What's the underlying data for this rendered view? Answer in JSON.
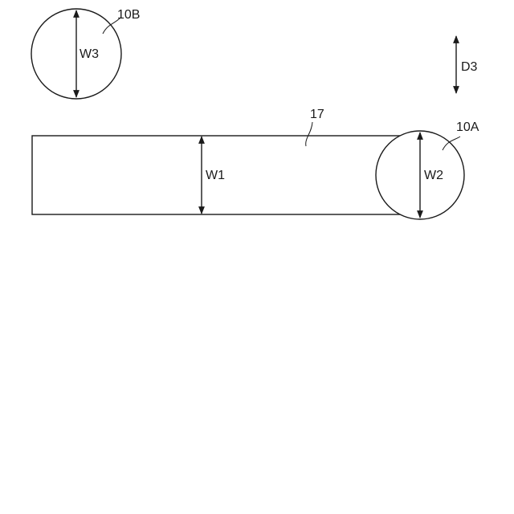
{
  "figure": {
    "ref_circle_top": "10B",
    "ref_rect": "17",
    "ref_circle_right": "10A",
    "dim_circle_top": "W3",
    "dim_rect": "W1",
    "dim_circle_right": "W2",
    "dim_direction": "D3"
  }
}
